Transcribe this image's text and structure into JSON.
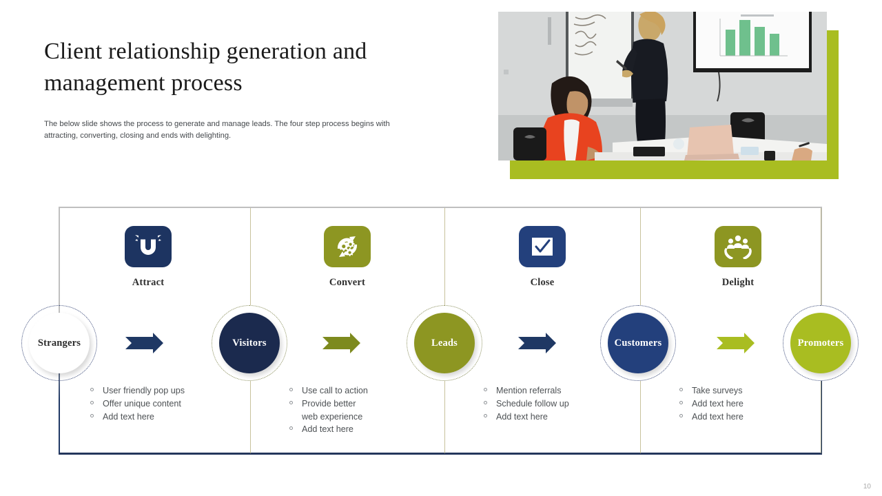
{
  "slide": {
    "title": "Client relationship generation and management process",
    "subtitle": "The below slide shows the process to generate and manage leads. The four step process begins with attracting, converting, closing and ends with delighting.",
    "page_number": "10"
  },
  "photo": {
    "alt": "business-meeting-presentation-photo",
    "accent_color": "#a9bd21"
  },
  "colors": {
    "navy_dark": "#1b2a4e",
    "navy_mid": "#23407c",
    "navy_tile": "#1d3461",
    "olive": "#8d9622",
    "olive_bright": "#a9bd21",
    "text_dark": "#2f2f2f",
    "text_body": "#4d5154",
    "divider": "#b5ad7a"
  },
  "steps": [
    {
      "label": "Attract",
      "icon": "magnet-icon",
      "tile_color": "#1d3461"
    },
    {
      "label": "Convert",
      "icon": "gears-cycle-icon",
      "tile_color": "#8d9622"
    },
    {
      "label": "Close",
      "icon": "checkbox-check-icon",
      "tile_color": "#23407c"
    },
    {
      "label": "Delight",
      "icon": "hands-people-icon",
      "tile_color": "#8d9622"
    }
  ],
  "nodes": [
    {
      "label": "Strangers",
      "fill": "#ffffff",
      "text_color": "#2b2b2b",
      "ring": "navy-dotted"
    },
    {
      "label": "Visitors",
      "fill": "#1b2a4e",
      "text_color": "#ffffff",
      "ring": "olive-dotted"
    },
    {
      "label": "Leads",
      "fill": "#8d9622",
      "text_color": "#ffffff",
      "ring": "olive-dotted"
    },
    {
      "label": "Customers",
      "fill": "#23407c",
      "text_color": "#ffffff",
      "ring": "navy-dotted"
    },
    {
      "label": "Promoters",
      "fill": "#a9bd21",
      "text_color": "#ffffff",
      "ring": "navy-dotted"
    }
  ],
  "arrows": [
    {
      "color": "#1f3864",
      "name": "arrow-strangers-to-visitors"
    },
    {
      "color": "#7d8a1e",
      "name": "arrow-visitors-to-leads"
    },
    {
      "color": "#1f3864",
      "name": "arrow-leads-to-customers"
    },
    {
      "color": "#a9bd21",
      "name": "arrow-customers-to-promoters"
    }
  ],
  "bullet_groups": [
    {
      "items": [
        "User friendly pop ups",
        "Offer unique content",
        "Add text here"
      ]
    },
    {
      "items": [
        "Use call to action",
        "Provide better|web experience",
        "Add text here"
      ]
    },
    {
      "items": [
        "Mention referrals",
        "Schedule follow up",
        "Add text here"
      ]
    },
    {
      "items": [
        "Take surveys",
        "Add text here",
        "Add text here"
      ]
    }
  ]
}
